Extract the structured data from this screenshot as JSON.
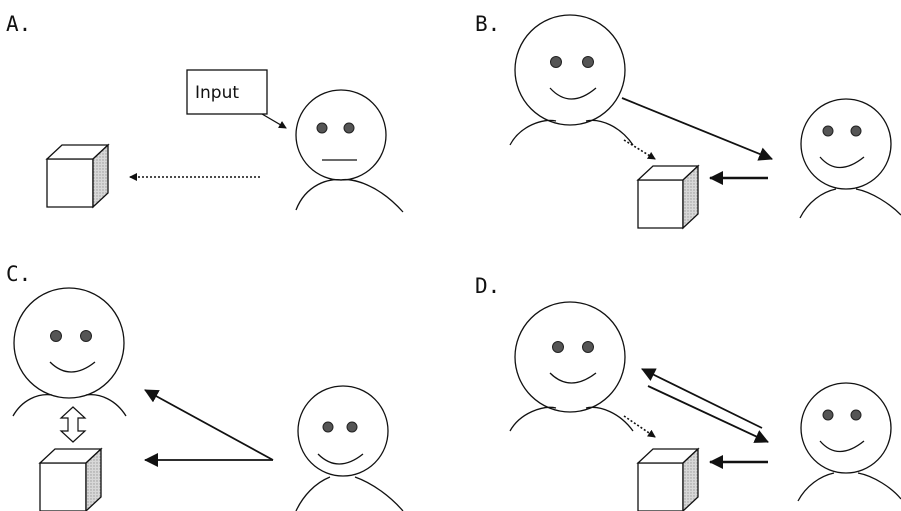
{
  "panels": {
    "a": {
      "label": "A."
    },
    "b": {
      "label": "B."
    },
    "c": {
      "label": "C."
    },
    "d": {
      "label": "D."
    }
  },
  "input_box": {
    "text": "Input"
  }
}
